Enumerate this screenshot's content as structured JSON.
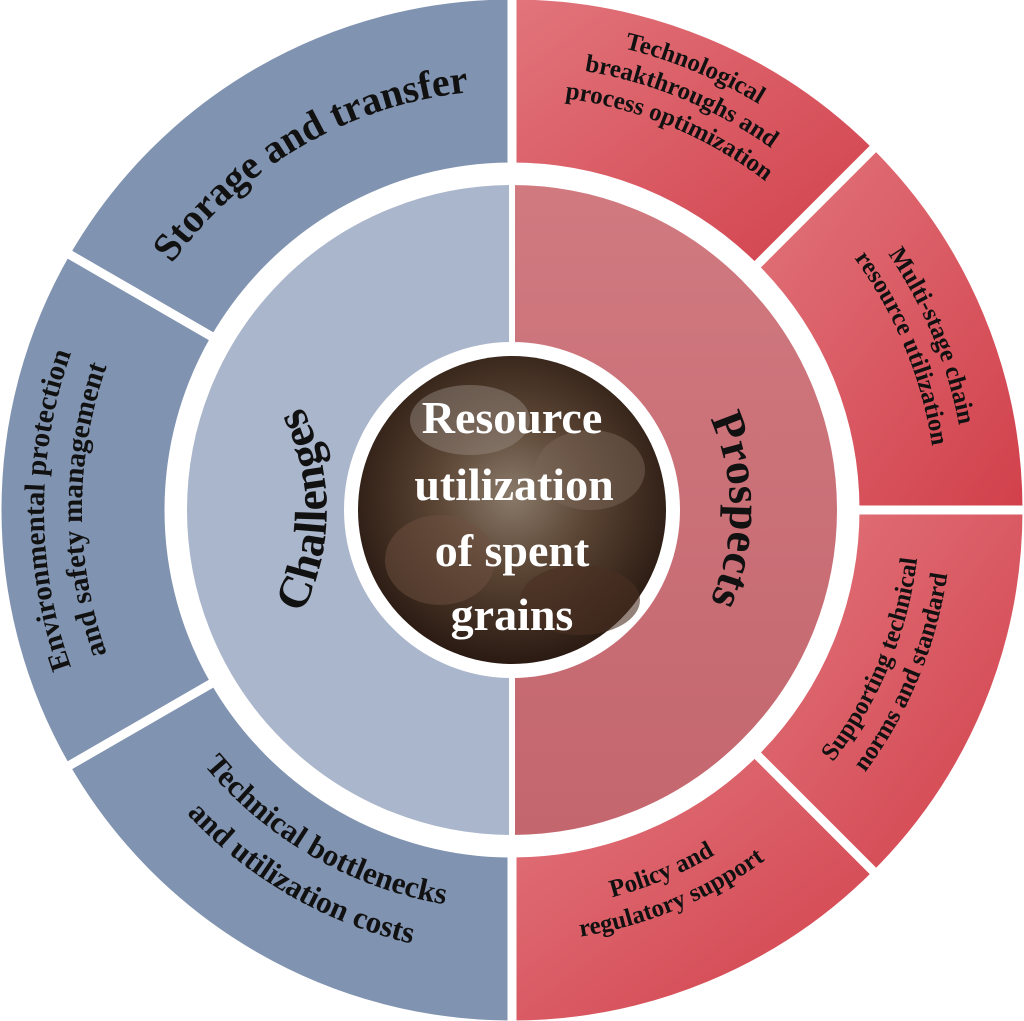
{
  "center": {
    "lines": [
      "Resource",
      "utilization",
      "of spent",
      "grains"
    ]
  },
  "inner": {
    "left_label": "Challenges",
    "right_label": "Prospects"
  },
  "challenges": [
    {
      "lines": [
        "Storage and transfer"
      ]
    },
    {
      "lines": [
        "Environmental protection",
        "and safety management"
      ]
    },
    {
      "lines": [
        "Technical bottlenecks",
        "and utilization costs"
      ]
    }
  ],
  "prospects": [
    {
      "lines": [
        "Technological",
        "breakthroughs and",
        "process optimization"
      ]
    },
    {
      "lines": [
        "Multi-stage chain",
        "resource utilization"
      ]
    },
    {
      "lines": [
        "Supporting technical",
        "norms and standard"
      ]
    },
    {
      "lines": [
        "Policy and",
        "regulatory support"
      ]
    }
  ],
  "colors": {
    "blue_outer": "#8093b0",
    "blue_inner": "#aab6cb",
    "red_outer": "#d9545d",
    "red_inner": "#c9737a",
    "text": "#111111",
    "center_text": "#ffffff"
  }
}
